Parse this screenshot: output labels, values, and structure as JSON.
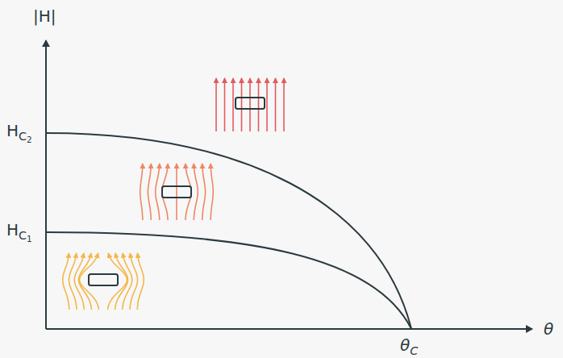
{
  "diagram": {
    "labels": [
      "|H|",
      "HC2",
      "HC1",
      "θ",
      "θC"
    ]
  }
}
